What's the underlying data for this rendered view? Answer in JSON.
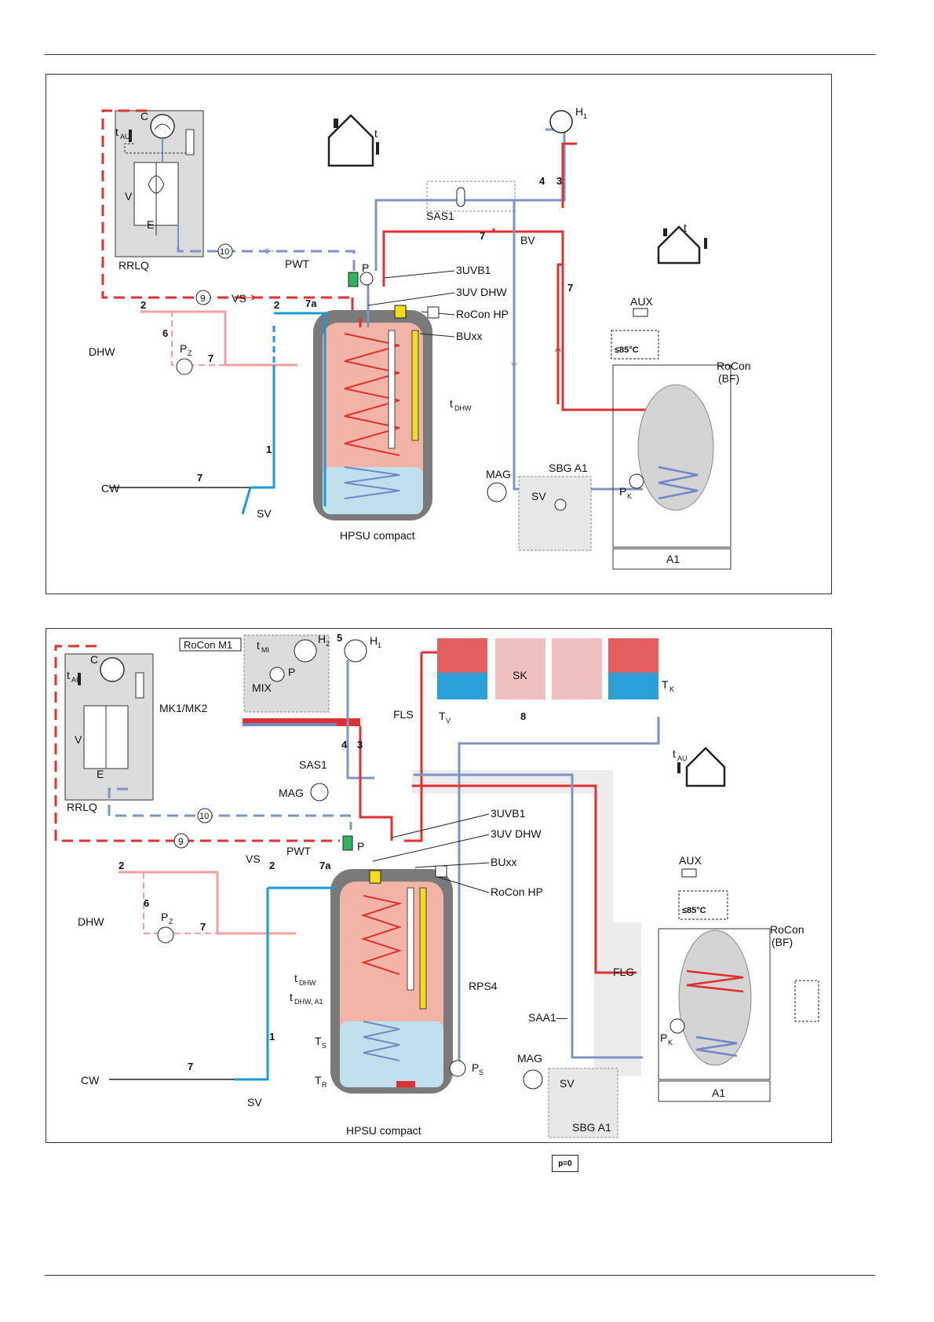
{
  "colors": {
    "hot": "#e03030",
    "cold": "#1a9ad6",
    "return": "#7f93c4",
    "dhw": "#f0a0a0",
    "tank": "#f2b4a6",
    "tank_cold": "#bfe0ec",
    "grey": "#cfcfcf",
    "dark": "#222222"
  },
  "diagram1": {
    "labels": {
      "c": "C",
      "e": "E",
      "v": "V",
      "rrlq": "RRLQ",
      "tau_a": "t",
      "tau_b": "t",
      "tau_c": "t",
      "au": "AU",
      "h1": "H",
      "one": "1",
      "pwt": "PWT",
      "p": "P",
      "uvb1": "3UVB1",
      "uvdhw": "3UV DHW",
      "roconhp": "RoCon HP",
      "buxx": "BUxx",
      "sas1": "SAS1",
      "bv": "BV",
      "vs": "VS",
      "dhw": "DHW",
      "pz": "P",
      "z": "Z",
      "tdhw": "t",
      "dhw_sub": "DHW",
      "mag": "MAG",
      "sbg": "SBG A1",
      "sv": "SV",
      "sv2": "SV",
      "cw": "CW",
      "a1": "A1",
      "rocon": "RoCon",
      "bf": "(BF)",
      "pk": "P",
      "k": "K",
      "aux": "AUX",
      "temp": "≤85°C",
      "hpsu": "HPSU compact",
      "n2a": "2",
      "n2b": "2",
      "n6": "6",
      "n7a": "7a",
      "n7b": "7",
      "n7c": "7",
      "n7d": "7",
      "n7e": "7",
      "n1": "1",
      "n3": "3",
      "n4": "4",
      "c9": "9",
      "c10": "10"
    }
  },
  "diagram2": {
    "labels": {
      "roconm1": "RoCon M1",
      "tmi": "t",
      "mi": "MI",
      "h2": "H",
      "two": "2",
      "n5": "5",
      "h1": "H",
      "one": "1",
      "pmi": "P",
      "mix": "MIX",
      "mk": "MK1/MK2",
      "c": "C",
      "e": "E",
      "v": "V",
      "tau": "t",
      "au": "AU",
      "rrlq": "RRLQ",
      "sk": "SK",
      "tk": "T",
      "k": "K",
      "fls": "FLS",
      "tv": "T",
      "vsub": "V",
      "n8": "8",
      "n4": "4",
      "n3": "3",
      "sas1": "SAS1",
      "mag": "MAG",
      "c10": "10",
      "c9": "9",
      "pwt": "PWT",
      "p": "P",
      "uvb1": "3UVB1",
      "uvdhw": "3UV DHW",
      "buxx": "BUxx",
      "roconhp": "RoCon HP",
      "vs": "VS",
      "n2a": "2",
      "n2b": "2",
      "n7a": "7a",
      "n6": "6",
      "pz": "P",
      "z": "Z",
      "n7b": "7",
      "dhw": "DHW",
      "tdhw": "t",
      "dhw_sub": "DHW",
      "tdhwa1": "t",
      "dhwa1_sub": "DHW, A1",
      "ts": "T",
      "s": "S",
      "tr": "T",
      "r": "R",
      "rps4": "RPS4",
      "ps": "P",
      "ssub": "S",
      "saa1": "SAA1—",
      "flg": "FLG",
      "cw": "CW",
      "n7c": "7",
      "n1": "1",
      "sv": "SV",
      "hpsu": "HPSU compact",
      "mag2": "MAG",
      "sv2": "SV",
      "sbg": "SBG A1",
      "aux": "AUX",
      "temp": "≤85°C",
      "rocon": "RoCon",
      "bf": "(BF)",
      "pk": "P",
      "ksub": "K",
      "a1": "A1",
      "tau2": "t",
      "au2": "AU"
    }
  },
  "pressure_box": "p=0"
}
